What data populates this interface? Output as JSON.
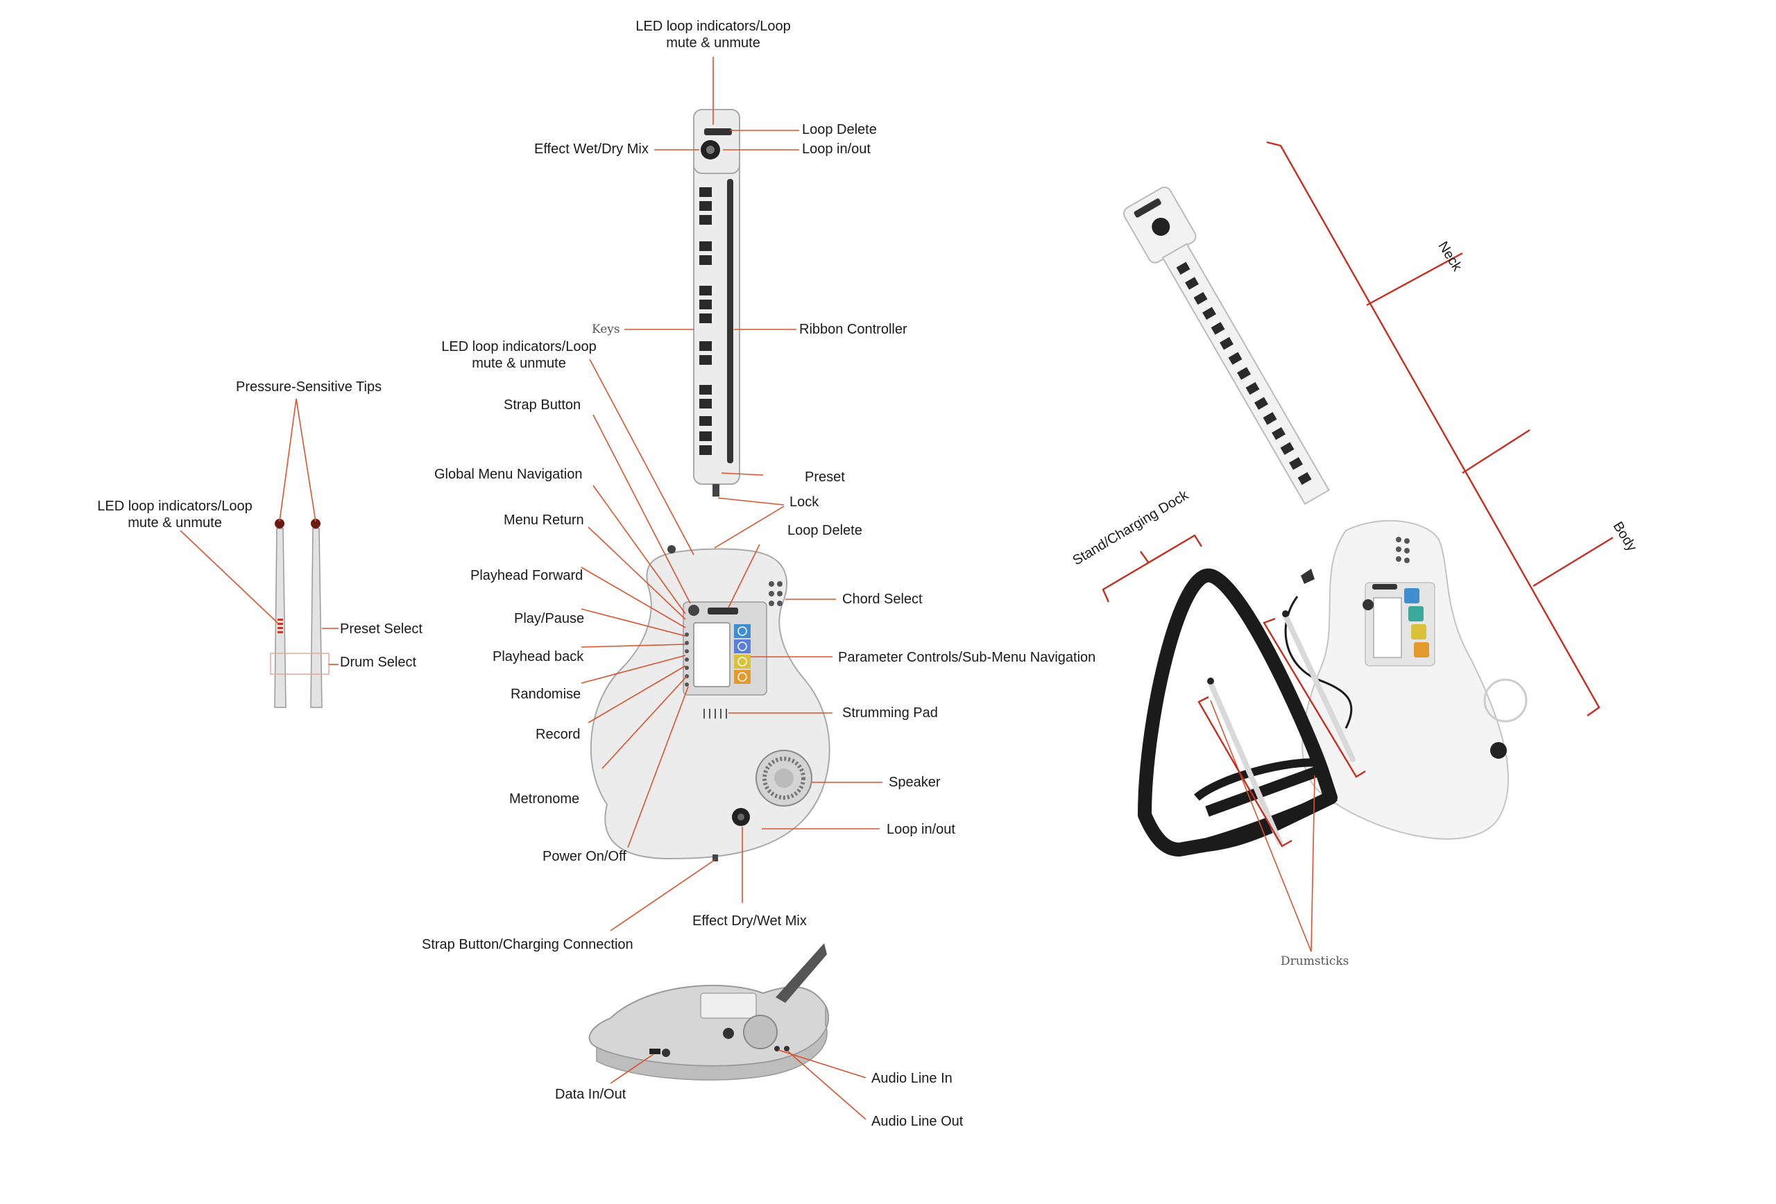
{
  "labels": {
    "neck_led": "LED loop indicators/Loop\nmute & unmute",
    "loop_delete_top": "Loop Delete",
    "effect_wet_dry_mix": "Effect Wet/Dry Mix",
    "loop_in_out_top": "Loop in/out",
    "keys": "Keys",
    "ribbon_controller": "Ribbon Controller",
    "body_led": "LED loop indicators/Loop\nmute & unmute",
    "strap_button": "Strap Button",
    "global_menu_navigation": "Global Menu Navigation",
    "preset": "Preset",
    "lock": "Lock",
    "menu_return": "Menu Return",
    "loop_delete_body": "Loop Delete",
    "playhead_forward": "Playhead Forward",
    "chord_select": "Chord Select",
    "play_pause": "Play/Pause",
    "playhead_back": "Playhead back",
    "parameter_controls": "Parameter Controls/Sub-Menu Navigation",
    "randomise": "Randomise",
    "strumming_pad": "Strumming Pad",
    "record": "Record",
    "speaker": "Speaker",
    "metronome": "Metronome",
    "loop_in_out_body": "Loop in/out",
    "power_on_off": "Power On/Off",
    "effect_dry_wet_mix": "Effect Dry/Wet Mix",
    "strap_button_charging": "Strap Button/Charging Connection",
    "data_in_out": "Data In/Out",
    "audio_line_in": "Audio Line In",
    "audio_line_out": "Audio Line Out",
    "pressure_sensitive_tips": "Pressure-Sensitive Tips",
    "stick_led": "LED loop indicators/Loop\nmute & unmute",
    "preset_select": "Preset Select",
    "drum_select": "Drum Select",
    "neck": "Neck",
    "body": "Body",
    "stand_charging_dock": "Stand/Charging Dock",
    "drumsticks": "Drumsticks"
  },
  "colors": {
    "leader": "#d9532e",
    "bracket": "#c62d1f",
    "instrument": "#ececec",
    "outline": "#a9a9a9",
    "key": "#2a2a2a",
    "pad_blue": "#3f8fd0",
    "pad_teal": "#3aa89a",
    "pad_orange": "#e39a2d",
    "pad_yellow": "#d9c23a"
  }
}
